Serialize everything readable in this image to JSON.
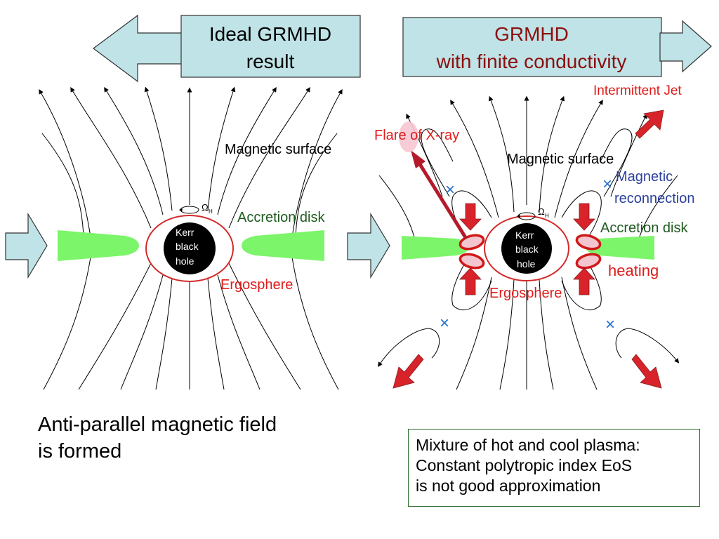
{
  "banners": {
    "left": {
      "line1": "Ideal GRMHD",
      "line2": "result"
    },
    "right": {
      "line1": "GRMHD",
      "line2": "with finite conductivity"
    }
  },
  "left_panel": {
    "magnetic_surface": "Magnetic surface",
    "accretion_disk": "Accretion disk",
    "ergosphere": "Ergosphere",
    "black_hole": [
      "Kerr",
      "black",
      "hole"
    ],
    "omega_symbol": "Ω",
    "omega_subscript": "H"
  },
  "right_panel": {
    "intermittent_jet": "Intermittent Jet",
    "flare": "Flare of X-ray",
    "magnetic_surface": "Magnetic surface",
    "magnetic_reconnection": [
      "Magnetic",
      "reconnection"
    ],
    "accretion_disk": "Accretion disk",
    "heating": "heating",
    "ergosphere": "Ergosphere",
    "black_hole": [
      "Kerr",
      "black",
      "hole"
    ],
    "omega_symbol": "Ω",
    "omega_subscript": "H",
    "reconnection_marker": "×"
  },
  "captions": {
    "left": [
      "Anti-parallel magnetic field",
      "is formed"
    ],
    "note": [
      "Mixture of hot and cool plasma:",
      "Constant polytropic index EoS",
      "is not good approximation"
    ]
  },
  "colors": {
    "banner_fill": "#bfe3e6",
    "disk": "#7cf56a",
    "ergosphere": "#d42a2a",
    "label_red": "#e01b1b",
    "label_green": "#1e5a1e",
    "label_blue": "#2b3f9e",
    "title_dark_red": "#8b0f0f",
    "reconnection_blue": "#1f6fd1",
    "flow_arrow": "#d8232a"
  }
}
